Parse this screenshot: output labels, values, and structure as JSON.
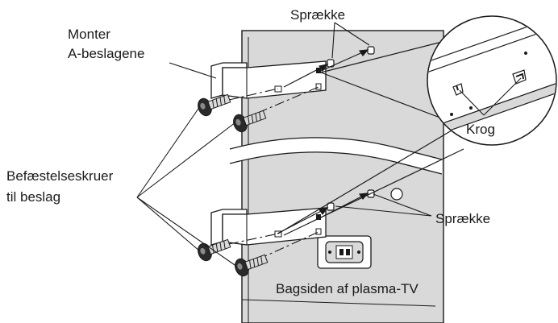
{
  "labels": {
    "slot_top": "Sprække",
    "mount_line1": "Monter",
    "mount_line2": "A-beslagene",
    "screws_line1": "Befæstelseskruer",
    "screws_line2": "til beslag",
    "hook": "Krog",
    "slot_bottom": "Sprække",
    "back_of_tv": "Bagsiden af plasma-TV"
  },
  "colors": {
    "panel": "#d9d9d9",
    "line": "#1a1a1a",
    "background": "#ffffff"
  }
}
